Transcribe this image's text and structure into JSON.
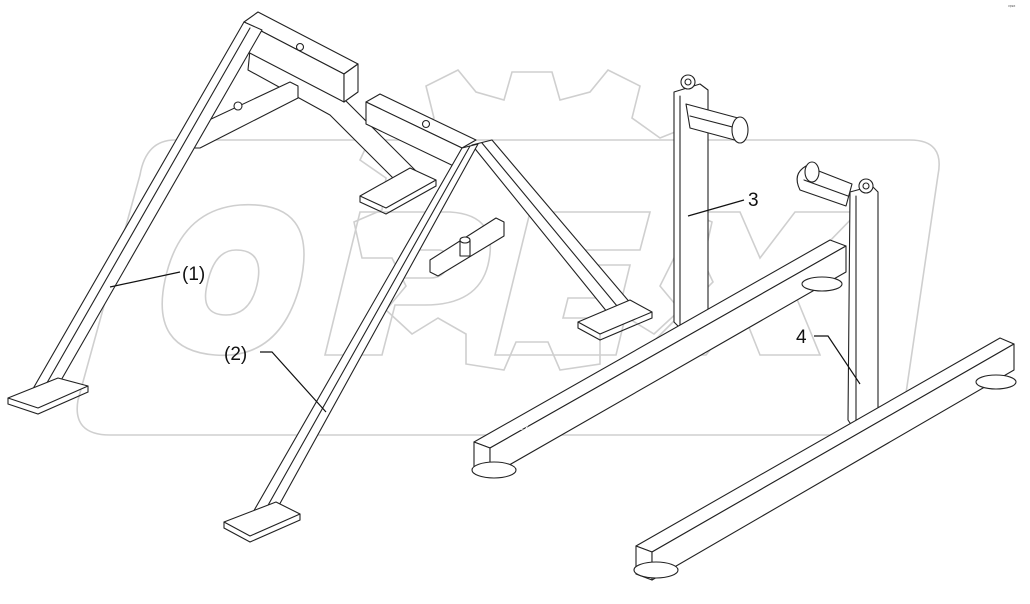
{
  "watermark": {
    "brand_text": "OPEX",
    "color": "#cfcfcf"
  },
  "callouts": [
    {
      "id": "1",
      "text": "(1)"
    },
    {
      "id": "2",
      "text": "(2)"
    },
    {
      "id": "3",
      "text": "3"
    },
    {
      "id": "4",
      "text": "4"
    }
  ],
  "corner_mark": "ᵒᵖᵉˣ"
}
